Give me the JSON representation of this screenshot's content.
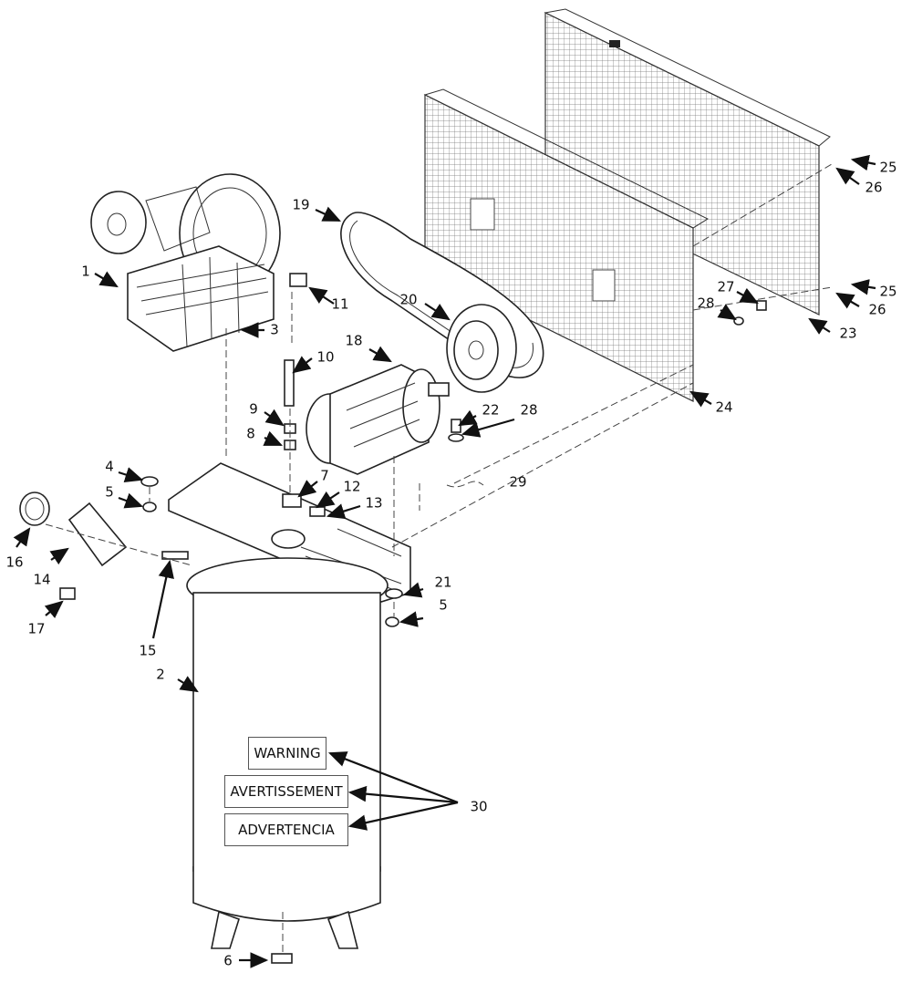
{
  "diagram": {
    "callouts": {
      "c1": "1",
      "c2": "2",
      "c3": "3",
      "c4": "4",
      "c5a": "5",
      "c5b": "5",
      "c6": "6",
      "c7": "7",
      "c8": "8",
      "c9": "9",
      "c10": "10",
      "c11": "11",
      "c12": "12",
      "c13": "13",
      "c14": "14",
      "c15": "15",
      "c16": "16",
      "c17": "17",
      "c18": "18",
      "c19": "19",
      "c20": "20",
      "c21": "21",
      "c22": "22",
      "c23": "23",
      "c24": "24",
      "c25a": "25",
      "c25b": "25",
      "c26a": "26",
      "c26b": "26",
      "c27": "27",
      "c28a": "28",
      "c28b": "28",
      "c29": "29",
      "c30": "30"
    },
    "labels": {
      "warning": "WARNING",
      "avertissement": "AVERTISSEMENT",
      "advertencia": "ADVERTENCIA"
    }
  }
}
